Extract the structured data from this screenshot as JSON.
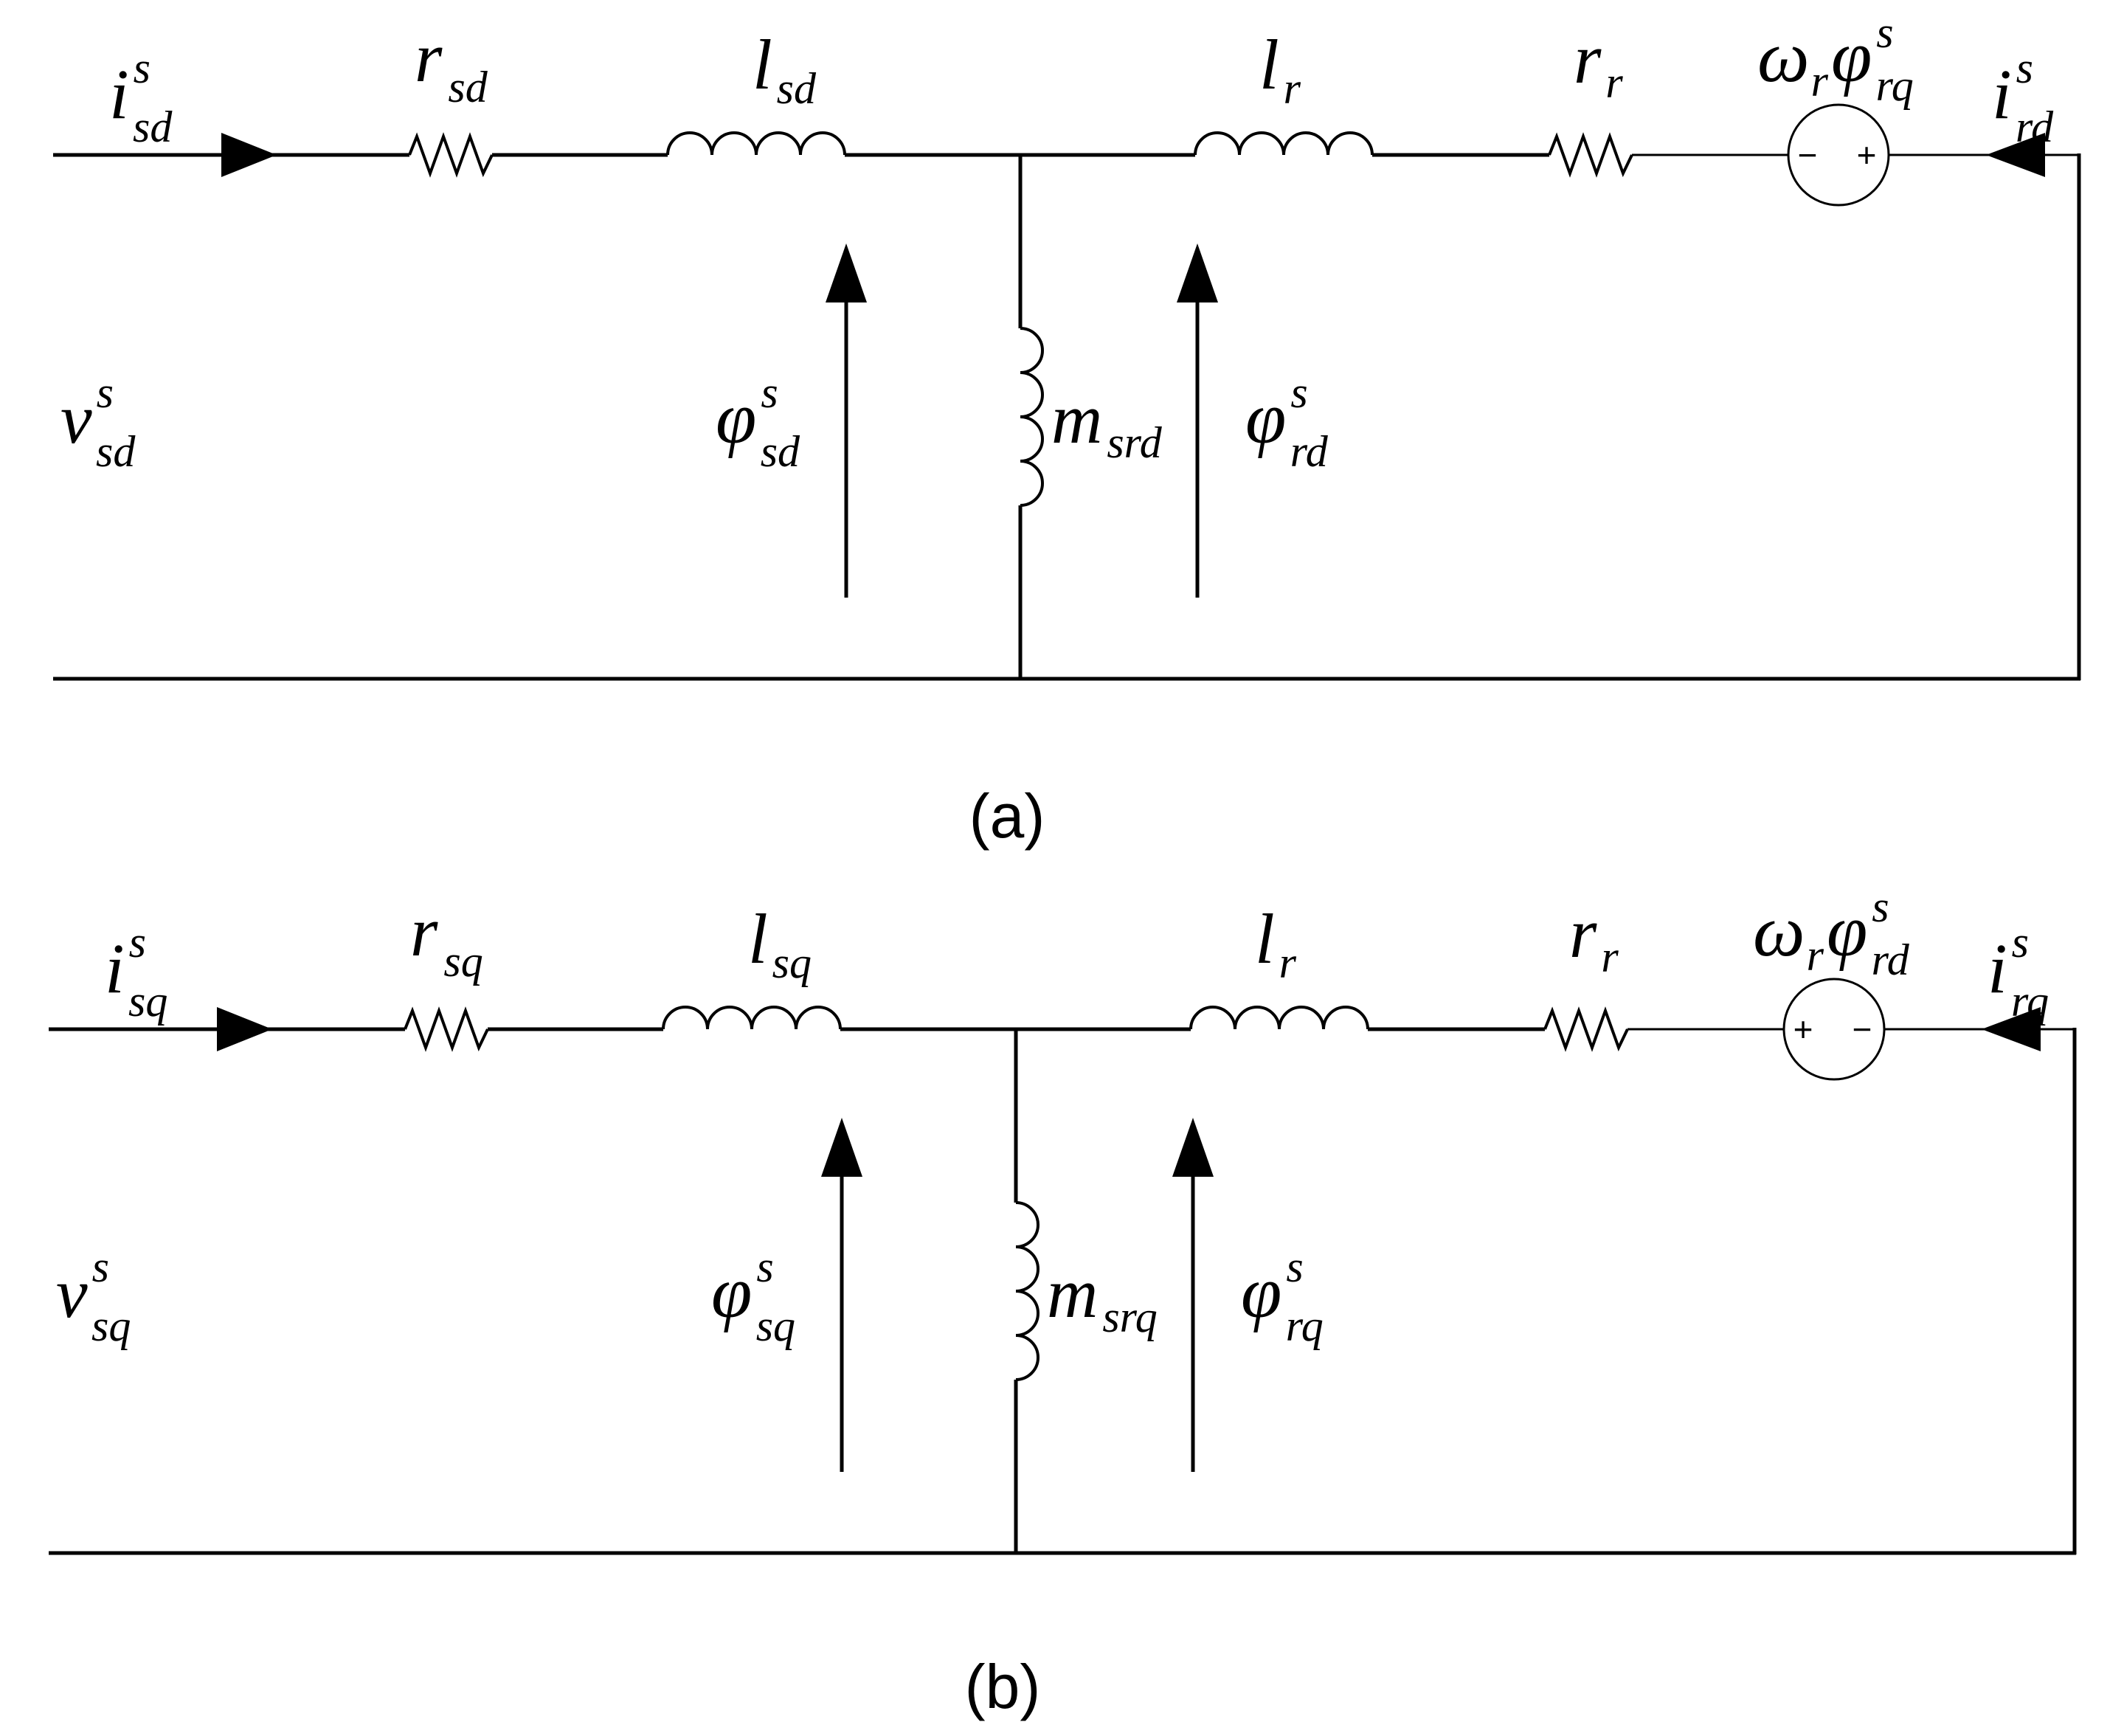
{
  "circuits": [
    {
      "id": "a",
      "caption": "(a)",
      "stator_current": {
        "base": "i",
        "sup": "s",
        "sub": "sd"
      },
      "stator_voltage": {
        "base": "v",
        "sup": "s",
        "sub": "sd"
      },
      "stator_resistance": {
        "base": "r",
        "sub": "sd"
      },
      "stator_inductance": {
        "base": "l",
        "sub": "sd"
      },
      "magnetizing_inductance": {
        "base": "m",
        "sub": "srd"
      },
      "stator_flux": {
        "base": "φ",
        "sup": "s",
        "sub": "sd"
      },
      "rotor_flux": {
        "base": "φ",
        "sup": "s",
        "sub": "rd"
      },
      "rotor_inductance": {
        "base": "l",
        "sub": "r"
      },
      "rotor_resistance": {
        "base": "r",
        "sub": "r"
      },
      "source": {
        "omega": "ω",
        "omega_sub": "r",
        "phi": "φ",
        "phi_sup": "s",
        "phi_sub": "rq",
        "left_sign": "−",
        "right_sign": "+"
      },
      "rotor_current": {
        "base": "i",
        "sup": "s",
        "sub": "rd"
      }
    },
    {
      "id": "b",
      "caption": "(b)",
      "stator_current": {
        "base": "i",
        "sup": "s",
        "sub": "sq"
      },
      "stator_voltage": {
        "base": "v",
        "sup": "s",
        "sub": "sq"
      },
      "stator_resistance": {
        "base": "r",
        "sub": "sq"
      },
      "stator_inductance": {
        "base": "l",
        "sub": "sq"
      },
      "magnetizing_inductance": {
        "base": "m",
        "sub": "srq"
      },
      "stator_flux": {
        "base": "φ",
        "sup": "s",
        "sub": "sq"
      },
      "rotor_flux": {
        "base": "φ",
        "sup": "s",
        "sub": "rq"
      },
      "rotor_inductance": {
        "base": "l",
        "sub": "r"
      },
      "rotor_resistance": {
        "base": "r",
        "sub": "r"
      },
      "source": {
        "omega": "ω",
        "omega_sub": "r",
        "phi": "φ",
        "phi_sup": "s",
        "phi_sub": "rd",
        "left_sign": "+",
        "right_sign": "−"
      },
      "rotor_current": {
        "base": "i",
        "sup": "s",
        "sub": "rq"
      }
    }
  ]
}
